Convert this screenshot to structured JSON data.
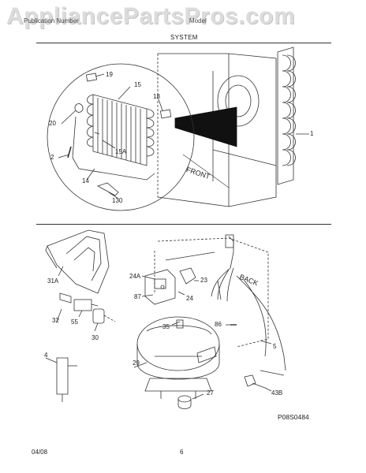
{
  "watermark": "AppliancePartsPros.com",
  "header": {
    "left": "Publication Number",
    "right": "Model",
    "section_title": "SYSTEM"
  },
  "callouts": {
    "c19": "19",
    "c15": "15",
    "c18": "18",
    "c20": "20",
    "c15a": "15A",
    "c2": "2",
    "c14": "14",
    "c130": "130",
    "c1": "1",
    "c31a": "31A",
    "c24a": "24A",
    "c23": "23",
    "c87": "87",
    "c24": "24",
    "c32": "32",
    "c55": "55",
    "c30": "30",
    "c35": "35",
    "c86": "86",
    "c5": "5",
    "c4": "4",
    "c29": "29",
    "c27": "27",
    "c43b": "43B"
  },
  "labels": {
    "front": "FRONT",
    "back": "BACK"
  },
  "diagram_code": "P08S0484",
  "footer": {
    "date": "04/08",
    "page": "6"
  }
}
